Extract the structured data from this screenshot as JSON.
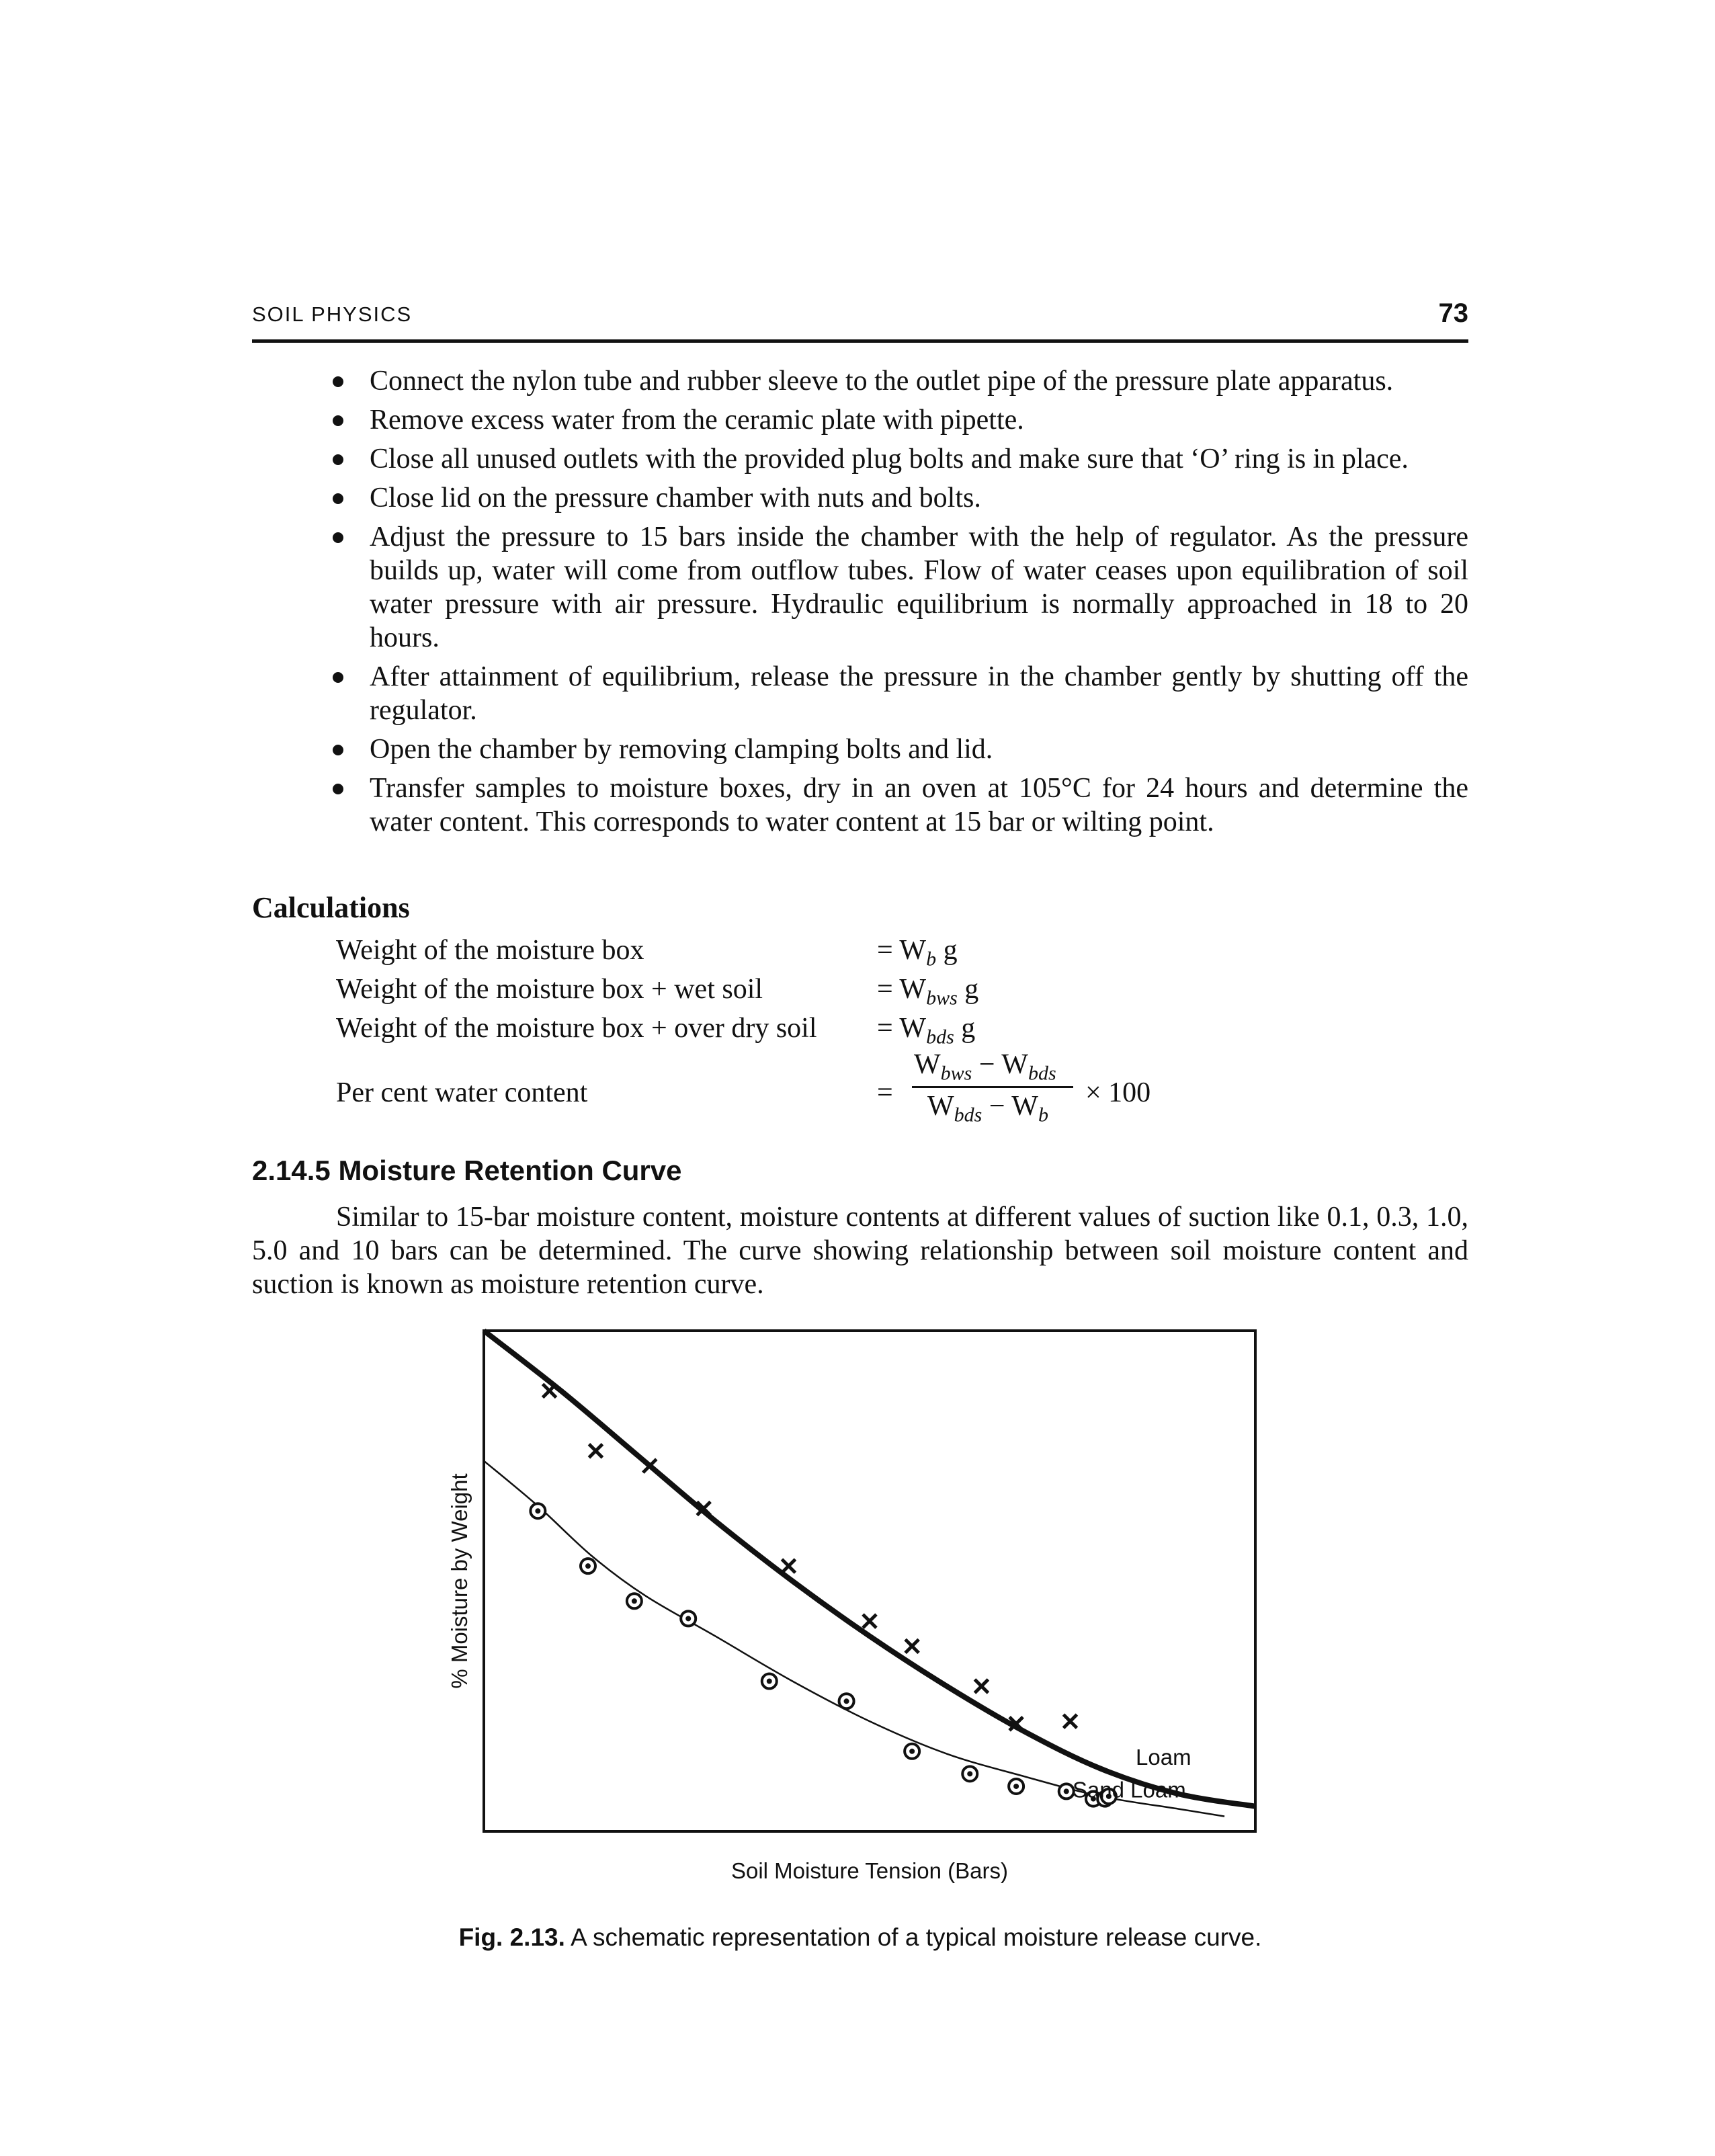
{
  "header": {
    "title": "SOIL PHYSICS",
    "page_number": "73"
  },
  "bullets": [
    "Connect the nylon tube and rubber sleeve to the outlet pipe of the pressure plate apparatus.",
    "Remove excess water from the ceramic plate with pipette.",
    "Close all unused outlets with the provided plug bolts and make sure that ‘O’ ring is in place.",
    "Close lid on the pressure chamber with nuts and bolts.",
    "Adjust the pressure to 15 bars inside the chamber with the help of regulator. As the pressure builds up, water will come from outflow tubes. Flow of water ceases upon equilibration of soil water pressure with air pressure. Hydraulic equilibrium is normally approached in 18 to 20 hours.",
    "After attainment of equilibrium, release the pressure in the chamber gently by shutting off the regulator.",
    "Open the chamber by removing clamping bolts and lid.",
    "Transfer samples to moisture boxes, dry in an oven at 105°C for 24 hours and determine the water content. This corresponds to water content at 15 bar or wilting point."
  ],
  "calculations": {
    "heading": "Calculations",
    "rows": [
      {
        "label": "Weight of the moisture box",
        "value_prefix": "= W",
        "value_sub": "b",
        "value_unit": " g"
      },
      {
        "label": "Weight of the moisture box + wet soil",
        "value_prefix": "= W",
        "value_sub": "bws",
        "value_unit": " g"
      },
      {
        "label": "Weight of the moisture box + over dry soil",
        "value_prefix": "= W",
        "value_sub": "bds",
        "value_unit": " g"
      }
    ],
    "percent": {
      "label": "Per cent water content",
      "eq": "=",
      "num_a": "W",
      "num_a_sub": "bws",
      "num_minus": " − ",
      "num_b": "W",
      "num_b_sub": "bds",
      "den_a": "W",
      "den_a_sub": "bds",
      "den_minus": " − ",
      "den_b": "W",
      "den_b_sub": "b",
      "multiplier": "× 100"
    }
  },
  "section": {
    "title": "2.14.5 Moisture Retention Curve",
    "paragraph": "Similar to 15-bar moisture content, moisture contents at different values of suction like 0.1, 0.3, 1.0, 5.0 and 10 bars can be determined. The curve showing relationship between soil moisture content and suction is known as moisture retention curve."
  },
  "figure": {
    "caption_label": "Fig. 2.13.",
    "caption_text": " A schematic representation of a typical moisture release curve."
  },
  "chart_data": {
    "type": "scatter",
    "title": "",
    "xlabel": "Soil Moisture Tension (Bars)",
    "ylabel": "% Moisture by Weight",
    "xlim": [
      0,
      100
    ],
    "ylim": [
      0,
      100
    ],
    "grid": false,
    "axes_ticks": false,
    "series": [
      {
        "name": "Loam",
        "marker": "cross",
        "curve": [
          [
            0,
            100
          ],
          [
            10,
            88
          ],
          [
            20,
            75
          ],
          [
            30,
            62
          ],
          [
            40,
            50
          ],
          [
            50,
            39
          ],
          [
            60,
            29
          ],
          [
            70,
            20
          ],
          [
            80,
            12.5
          ],
          [
            90,
            7.5
          ],
          [
            100,
            5
          ]
        ],
        "points": [
          [
            8.5,
            88
          ],
          [
            14.5,
            76
          ],
          [
            21.5,
            73
          ],
          [
            28.5,
            64.5
          ],
          [
            39.5,
            53
          ],
          [
            50,
            42
          ],
          [
            55.5,
            37
          ],
          [
            64.5,
            29
          ],
          [
            69,
            21.5
          ],
          [
            76,
            22
          ]
        ]
      },
      {
        "name": "Sand Loam",
        "marker": "circle-dot",
        "curve": [
          [
            0,
            74
          ],
          [
            7,
            65
          ],
          [
            14,
            55
          ],
          [
            21,
            47
          ],
          [
            30,
            39
          ],
          [
            40,
            30
          ],
          [
            50,
            22
          ],
          [
            60,
            15.5
          ],
          [
            70,
            11
          ],
          [
            80,
            7
          ],
          [
            90,
            4.5
          ],
          [
            96,
            3
          ]
        ],
        "points": [
          [
            7,
            64
          ],
          [
            13.5,
            53
          ],
          [
            19.5,
            46
          ],
          [
            26.5,
            42.5
          ],
          [
            37,
            30
          ],
          [
            47,
            26
          ],
          [
            55.5,
            16
          ],
          [
            63,
            11.5
          ],
          [
            69,
            9
          ],
          [
            75.5,
            8
          ],
          [
            79,
            6.5
          ],
          [
            80.5,
            6.5
          ],
          [
            81,
            7
          ]
        ]
      }
    ]
  }
}
